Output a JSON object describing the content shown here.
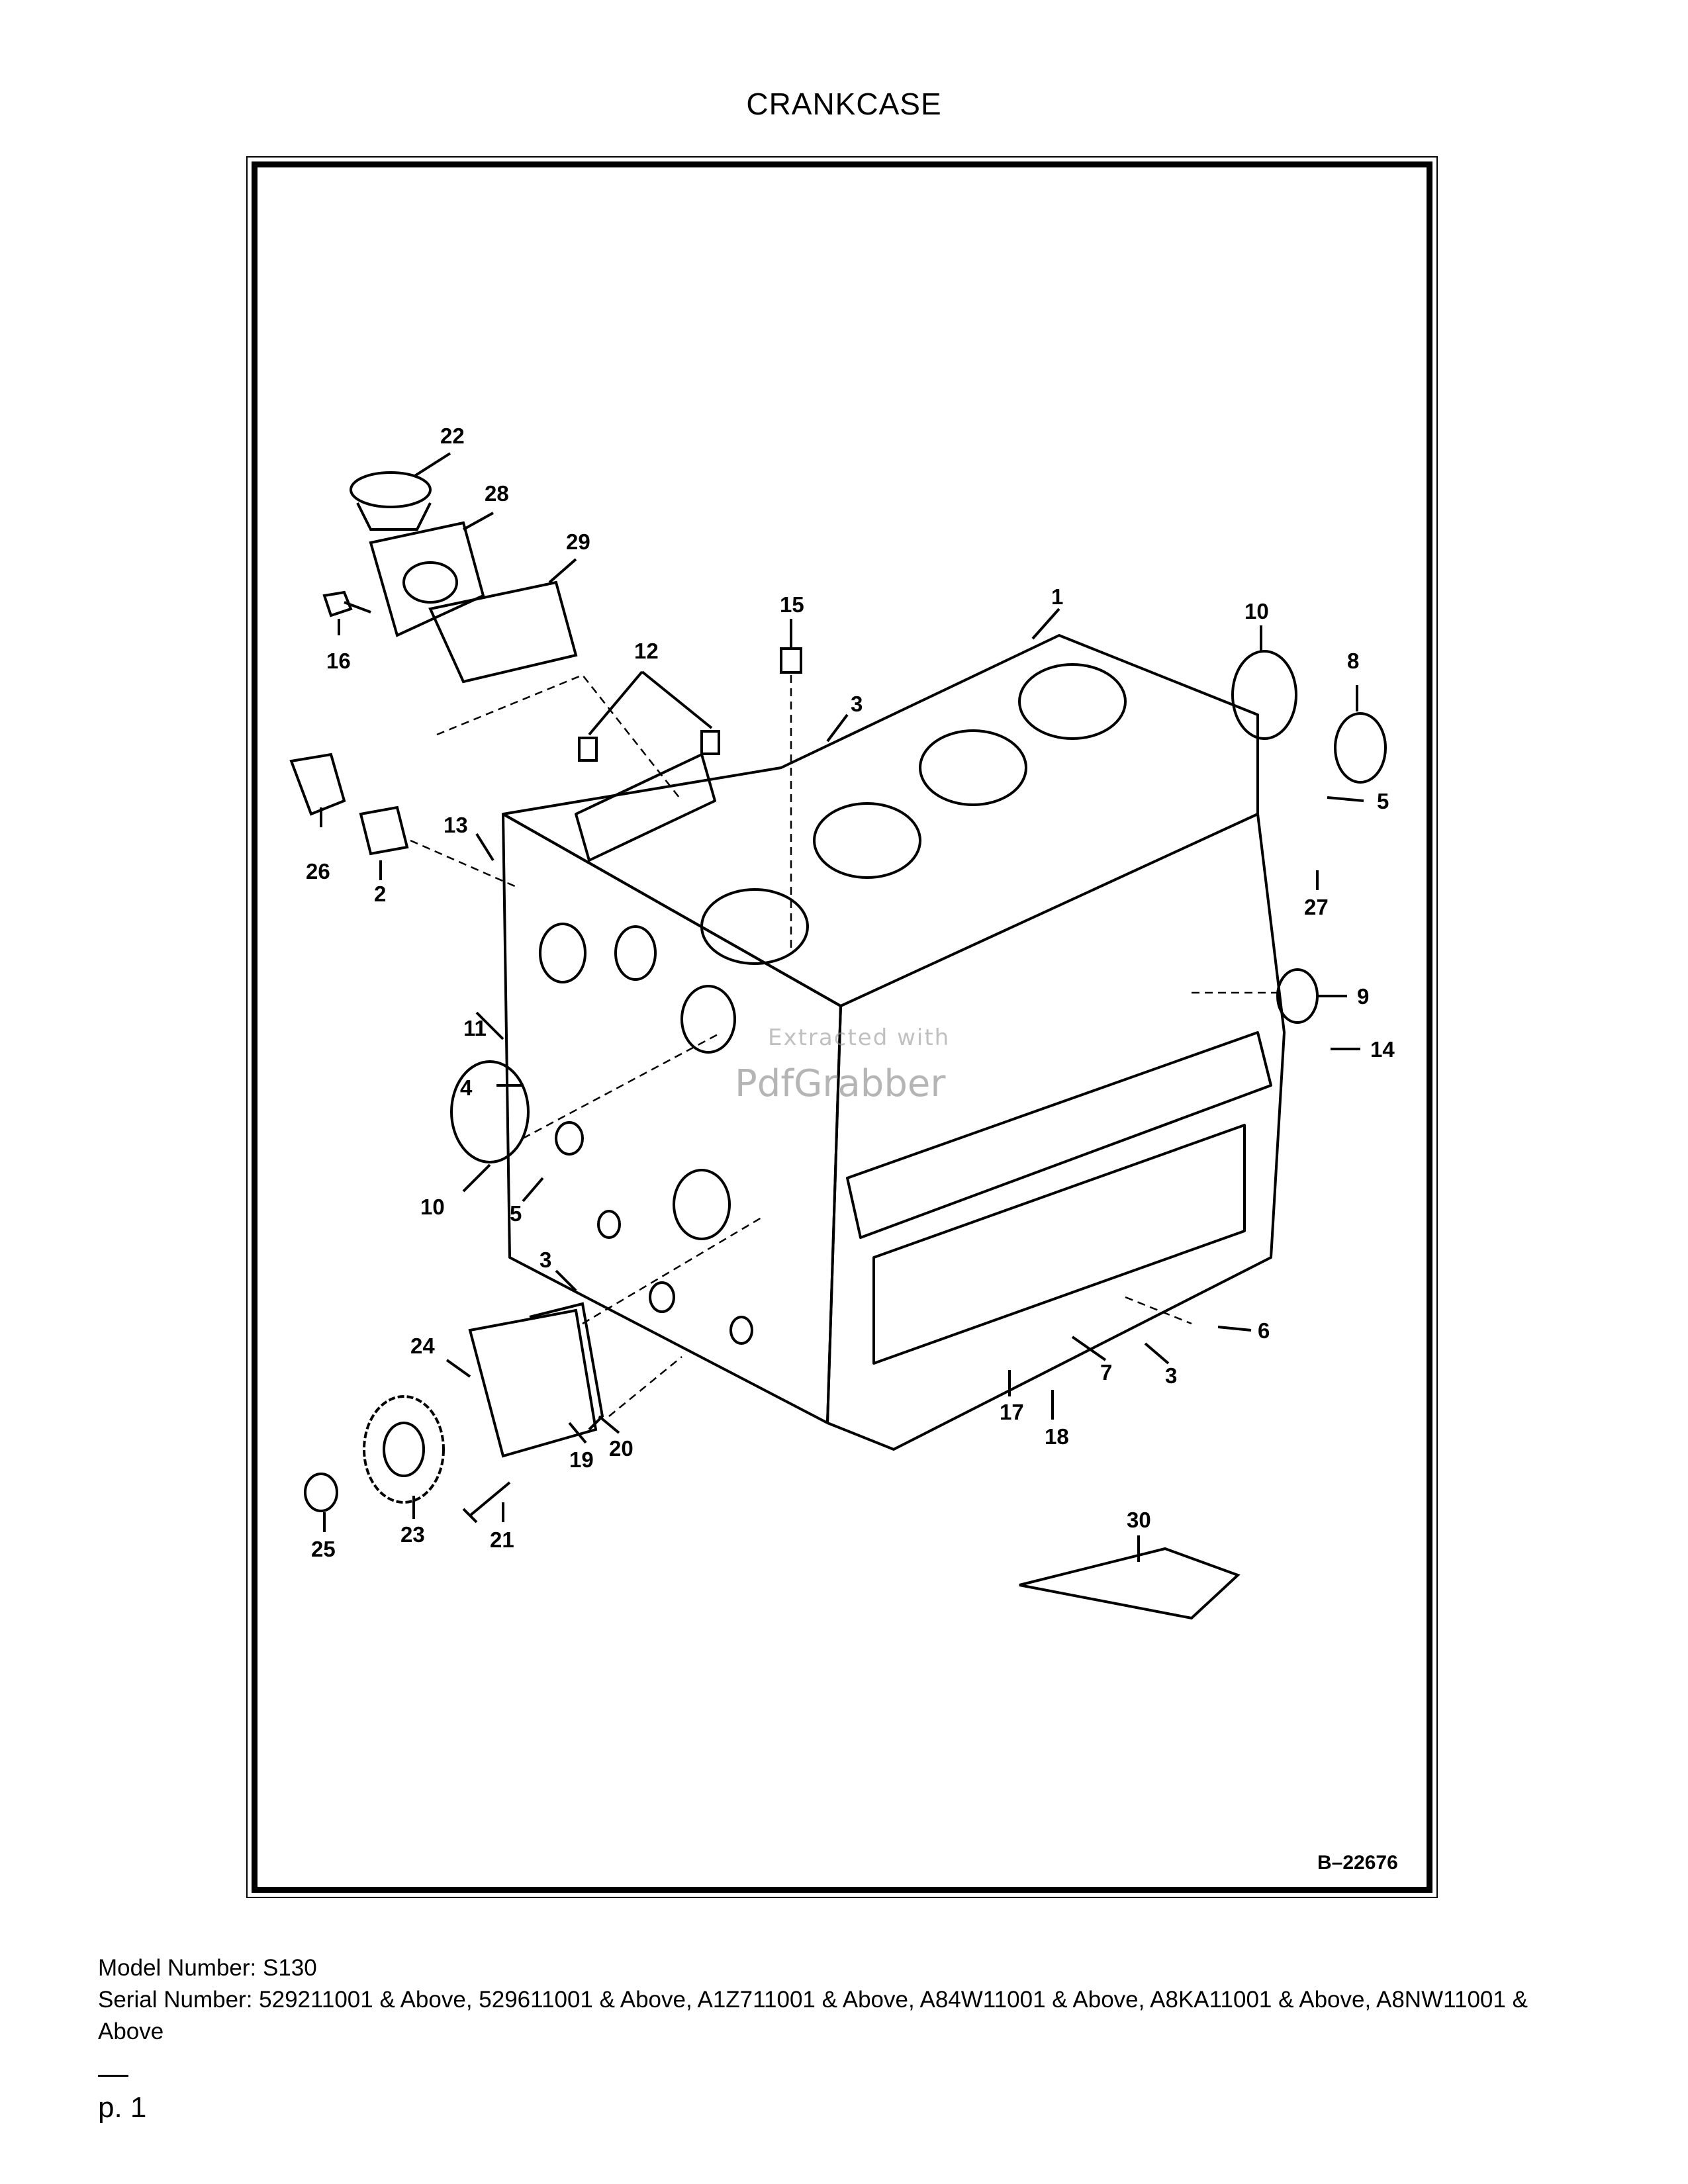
{
  "title": "CRANKCASE",
  "diagram": {
    "document_number": "B–22676",
    "watermark_line1": "Extracted with",
    "watermark_line2": "PdfGrabber",
    "callouts": [
      "1",
      "2",
      "3",
      "3",
      "3",
      "4",
      "5",
      "5",
      "6",
      "7",
      "8",
      "9",
      "10",
      "10",
      "11",
      "12",
      "13",
      "14",
      "15",
      "16",
      "17",
      "18",
      "19",
      "20",
      "21",
      "22",
      "23",
      "24",
      "25",
      "26",
      "27",
      "28",
      "29",
      "30"
    ]
  },
  "footer": {
    "model_line": "Model Number: S130",
    "serial_line": "Serial Number: 529211001 & Above, 529611001 & Above, A1Z711001 & Above, A84W11001 & Above, A8KA11001 & Above, A8NW11001 & Above",
    "page_label": "p. 1"
  }
}
